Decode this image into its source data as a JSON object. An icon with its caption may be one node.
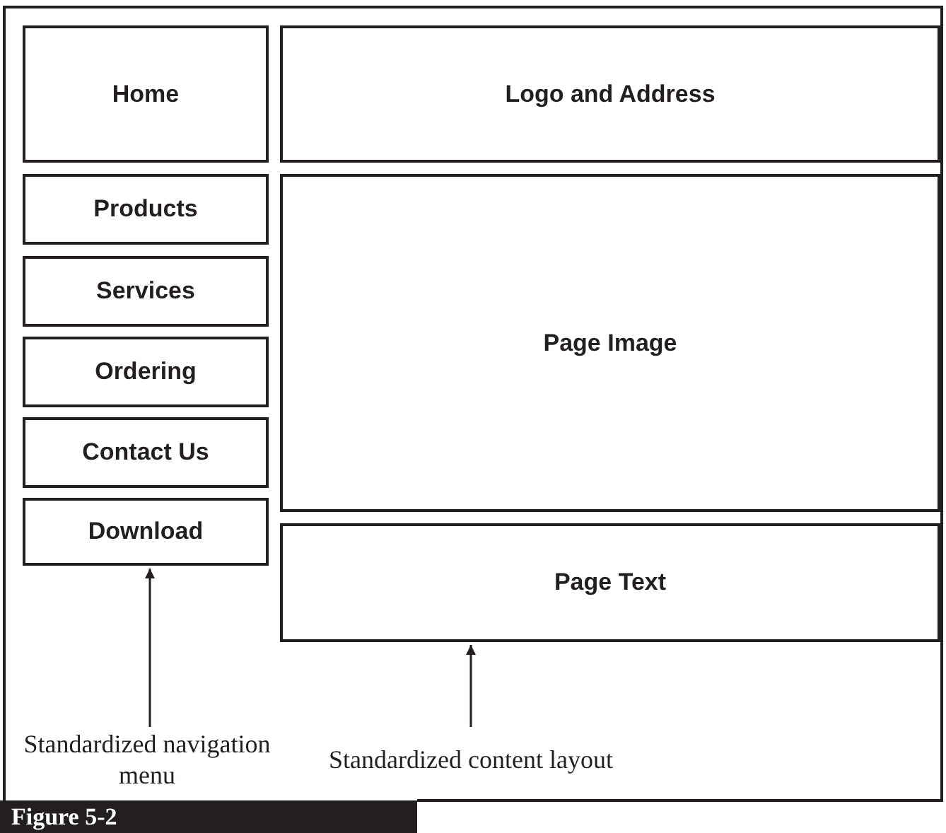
{
  "diagram": {
    "nodes": [
      {
        "text": [
          "Home"
        ]
      },
      {
        "text": [
          "Logo and Address"
        ]
      },
      {
        "text": [
          "Products"
        ]
      },
      {
        "text": [
          "Services"
        ]
      },
      {
        "text": [
          "Ordering"
        ]
      },
      {
        "text": [
          "Contact Us"
        ]
      },
      {
        "text": [
          "Download"
        ]
      },
      {
        "text": [
          "Page Image"
        ]
      },
      {
        "text": [
          "Page Text"
        ]
      },
      {
        "text": [
          "Standardized navigation menu"
        ]
      },
      {
        "text": [
          "Standardized content layout"
        ]
      }
    ],
    "edges": [
      {
        "from": 9,
        "to": 6,
        "arrow": "to"
      },
      {
        "from": 10,
        "to": 8,
        "arrow": "to"
      }
    ],
    "labels": [
      "Figure 5-2"
    ]
  }
}
